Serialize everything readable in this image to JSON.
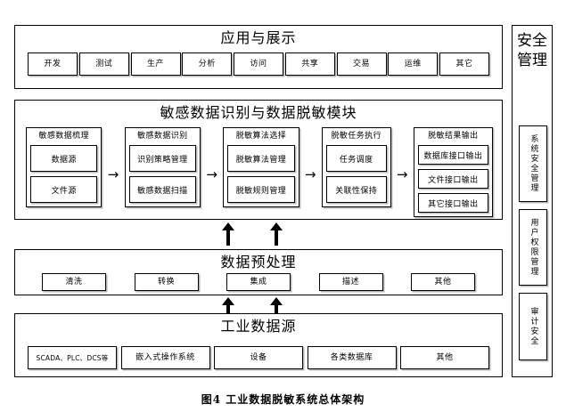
{
  "figure": {
    "caption": "图4  工业数据脱敏系统总体架构"
  },
  "sections": {
    "application": {
      "title": "应用与展示",
      "items": [
        {
          "label": "开发"
        },
        {
          "label": "测试"
        },
        {
          "label": "生产"
        },
        {
          "label": "分析"
        },
        {
          "label": "访问"
        },
        {
          "label": "共享"
        },
        {
          "label": "交易"
        },
        {
          "label": "运维"
        },
        {
          "label": "其它"
        }
      ]
    },
    "core": {
      "title": "敏感数据识别与数据脱敏模块",
      "columns": [
        {
          "head": "敏感数据梳理",
          "subs": [
            {
              "label": "数据源"
            },
            {
              "label": "文件源"
            }
          ]
        },
        {
          "head": "敏感数据识别",
          "subs": [
            {
              "label": "识别策略管理"
            },
            {
              "label": "敏感数据扫描"
            }
          ]
        },
        {
          "head": "脱敏算法选择",
          "subs": [
            {
              "label": "脱敏算法管理"
            },
            {
              "label": "脱敏规则管理"
            }
          ]
        },
        {
          "head": "脱敏任务执行",
          "subs": [
            {
              "label": "任务调度"
            },
            {
              "label": "关联性保持"
            }
          ]
        },
        {
          "head": "脱敏结果输出",
          "subs": [
            {
              "label": "数据库接口输出"
            },
            {
              "label": "文件接口输出"
            },
            {
              "label": "其它接口输出"
            }
          ]
        }
      ],
      "connector": "→"
    },
    "preprocessing": {
      "title": "数据预处理",
      "items": [
        {
          "label": "清洗"
        },
        {
          "label": "转换"
        },
        {
          "label": "集成"
        },
        {
          "label": "描述"
        },
        {
          "label": "其他"
        }
      ]
    },
    "datasource": {
      "title": "工业数据源",
      "items": [
        {
          "label": "SCADA、PLC、DCS等"
        },
        {
          "label": "嵌入式操作系统"
        },
        {
          "label": "设备"
        },
        {
          "label": "各类数据库"
        },
        {
          "label": "其他"
        }
      ]
    },
    "security": {
      "title": "安全管理",
      "items": [
        {
          "label": "系统安全管理"
        },
        {
          "label": "用户权限管理"
        },
        {
          "label": "审计安全"
        }
      ]
    }
  },
  "colors": {
    "stroke": "#000000",
    "background": "#ffffff",
    "shadow": "#787878"
  }
}
